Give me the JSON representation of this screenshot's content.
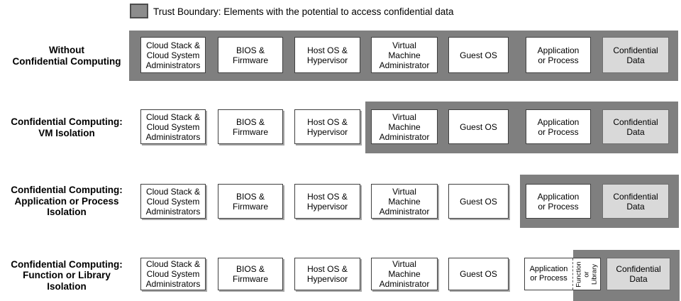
{
  "legend": {
    "label": "Trust Boundary: Elements with the potential to access confidential data",
    "swatch_color": "#8c8c8c"
  },
  "colors": {
    "trust_boundary_band": "#7f7f7f",
    "element_box_fill": "#ffffff",
    "element_box_border": "#404040",
    "confidential_data_fill": "#d9d9d9"
  },
  "box_labels": {
    "cloud_admins": "Cloud Stack &\nCloud System\nAdministrators",
    "bios_firmware": "BIOS &\nFirmware",
    "host_os_hypervisor": "Host OS &\nHypervisor",
    "vm_admin": "Virtual\nMachine\nAdministrator",
    "guest_os": "Guest OS",
    "app_process": "Application\nor Process",
    "function_library": "Function\nor Library",
    "confidential_data": "Confidential\nData"
  },
  "rows": [
    {
      "label": "Without\nConfidential Computing"
    },
    {
      "label": "Confidential Computing:\nVM Isolation"
    },
    {
      "label": "Confidential Computing:\nApplication or Process\nIsolation"
    },
    {
      "label": "Confidential Computing:\nFunction or Library\nIsolation"
    }
  ]
}
